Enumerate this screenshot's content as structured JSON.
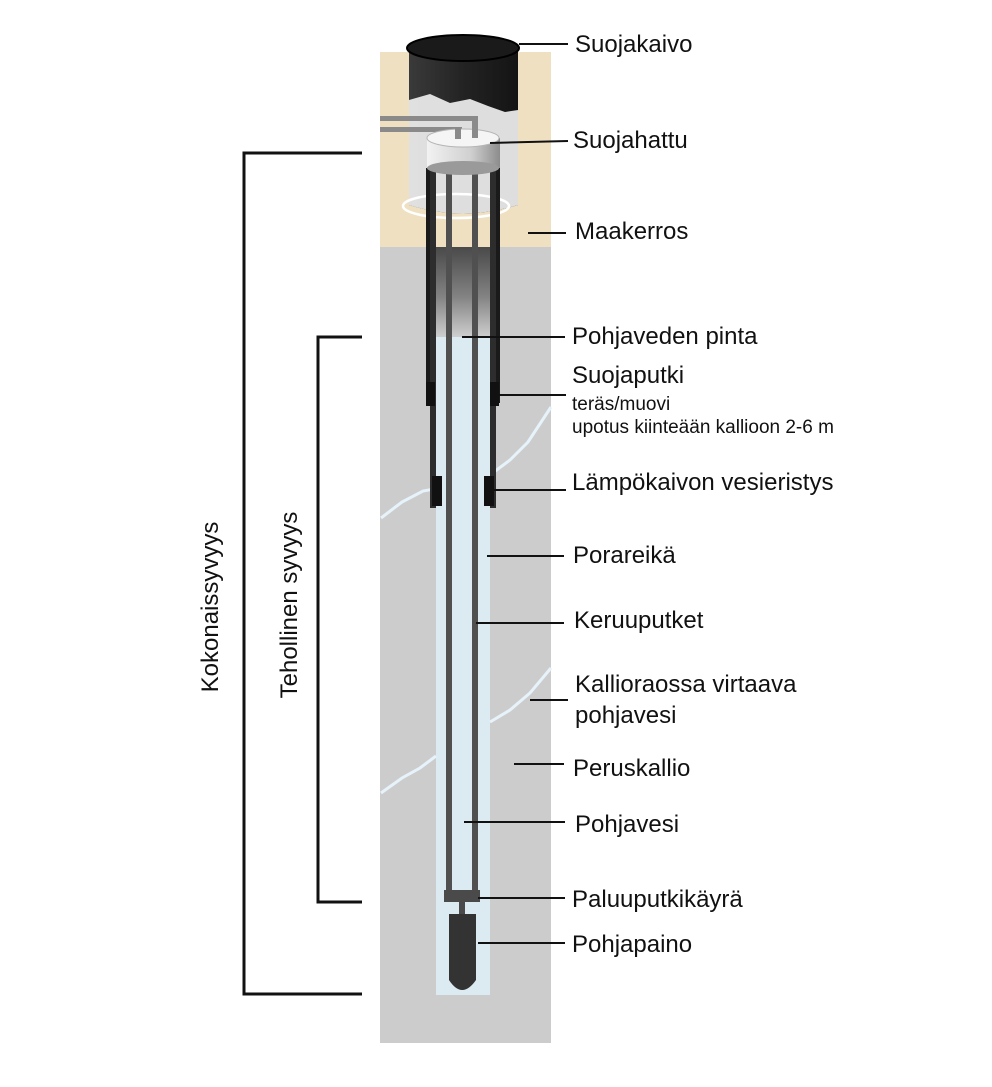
{
  "labels": {
    "suojakaivo": "Suojakaivo",
    "suojahattu": "Suojahattu",
    "maakerros": "Maakerros",
    "pohjaveden_pinta": "Pohjaveden pinta",
    "suojaputki": "Suojaputki",
    "suojaputki_line1": "teräs/muovi",
    "suojaputki_line2": "upotus kiinteään kallioon 2-6 m",
    "vesieristys": "Lämpökaivon vesieristys",
    "porareika": "Porareikä",
    "keruuputket": "Keruuputket",
    "kallio_virtaava_1": "Kallioraossa virtaava",
    "kallio_virtaava_2": "pohjavesi",
    "peruskallio": "Peruskallio",
    "pohjavesi": "Pohjavesi",
    "paluuputkikayra": "Paluuputkikäyrä",
    "pohjapaino": "Pohjapaino",
    "kokonaissyvyys": "Kokonaissyvyys",
    "tehollinen_syvyys": "Tehollinen syvyys"
  },
  "colors": {
    "soil": "#efe0c2",
    "bedrock": "#cdcccd",
    "water": "#dcebf2",
    "well_dark": "#2b2b2b",
    "pipe": "#505050",
    "crack": "#e6f3fa"
  }
}
